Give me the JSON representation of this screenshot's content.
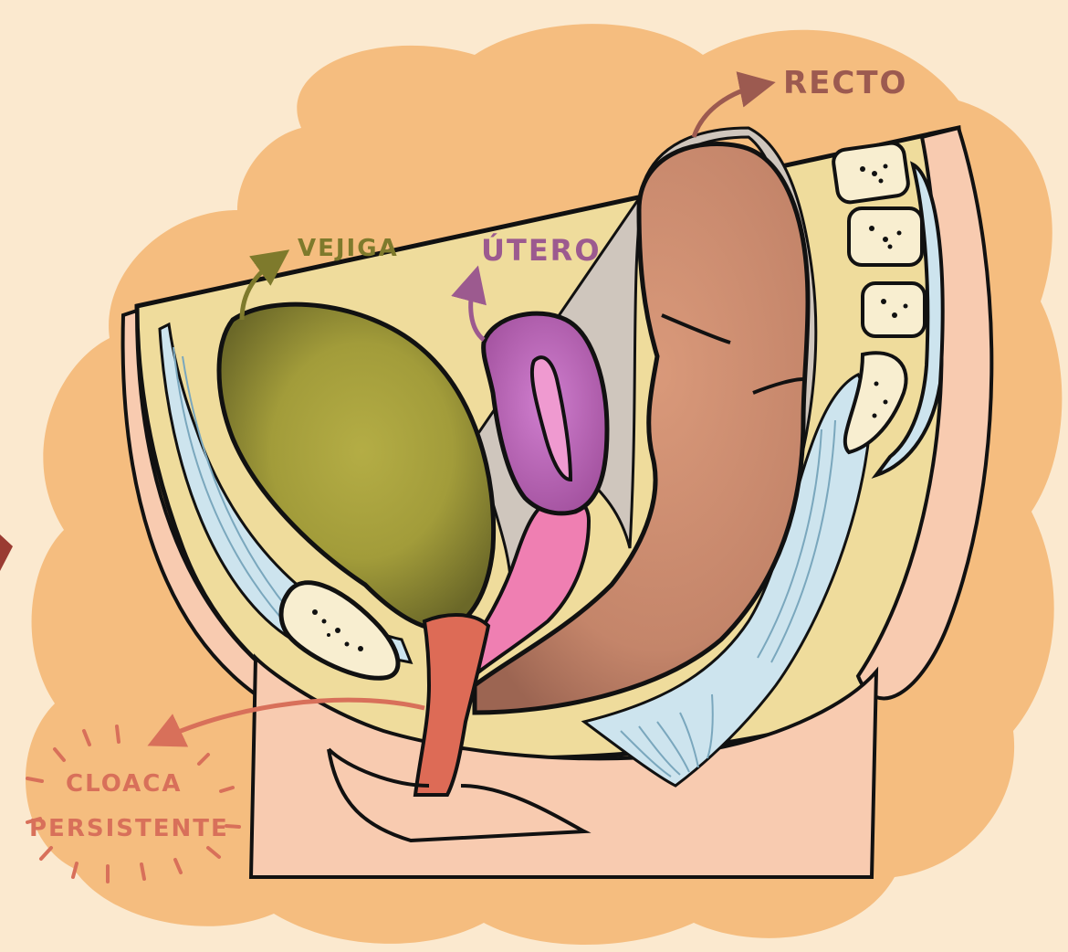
{
  "labels": {
    "bladder": "VEJIGA",
    "uterus": "ÚTERO",
    "rectum": "RECTO",
    "cloaca_line1": "CLOACA",
    "cloaca_line2": "PERSISTENTE"
  },
  "colors": {
    "background": "#fbe9cf",
    "blob": "#f5bd7f",
    "pelvic_fill": "#efdc9c",
    "skin": "#f8cbb0",
    "bladder": "#8f8a30",
    "uterus": "#b763b5",
    "vagina": "#ef7fb2",
    "rectum": "#cb8b6c",
    "cloaca": "#dd6b56",
    "ligament": "#cde4ee",
    "bone": "#f8eed0",
    "label_bladder": "#7e7a2c",
    "label_uterus": "#9c5a8f",
    "label_rectum": "#9c5a50",
    "label_cloaca": "#d8705a"
  }
}
